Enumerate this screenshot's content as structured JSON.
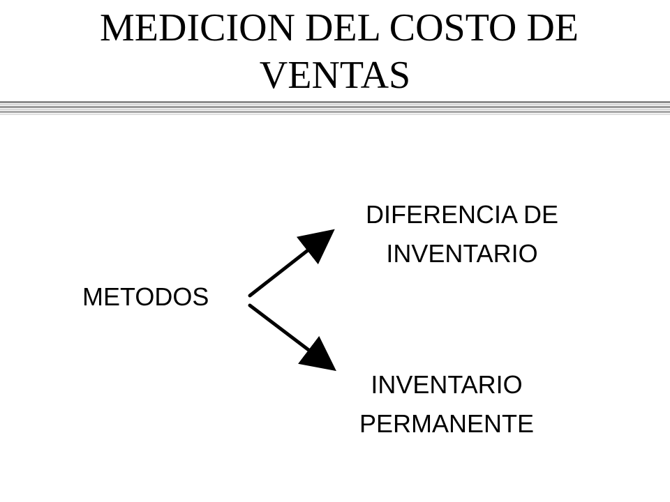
{
  "slide": {
    "title_line_1": "MEDICION DEL COSTO DE",
    "title_line_2": "VENTAS",
    "left_node": "METODOS",
    "top_node_line_1": "DIFERENCIA DE",
    "top_node_line_2": "INVENTARIO",
    "bottom_node_line_1": "INVENTARIO",
    "bottom_node_line_2": "PERMANENTE"
  },
  "colors": {
    "text": "#000000",
    "background": "#ffffff",
    "divider_dark": "#8c8c8c",
    "divider_light": "#d6d6d6"
  }
}
